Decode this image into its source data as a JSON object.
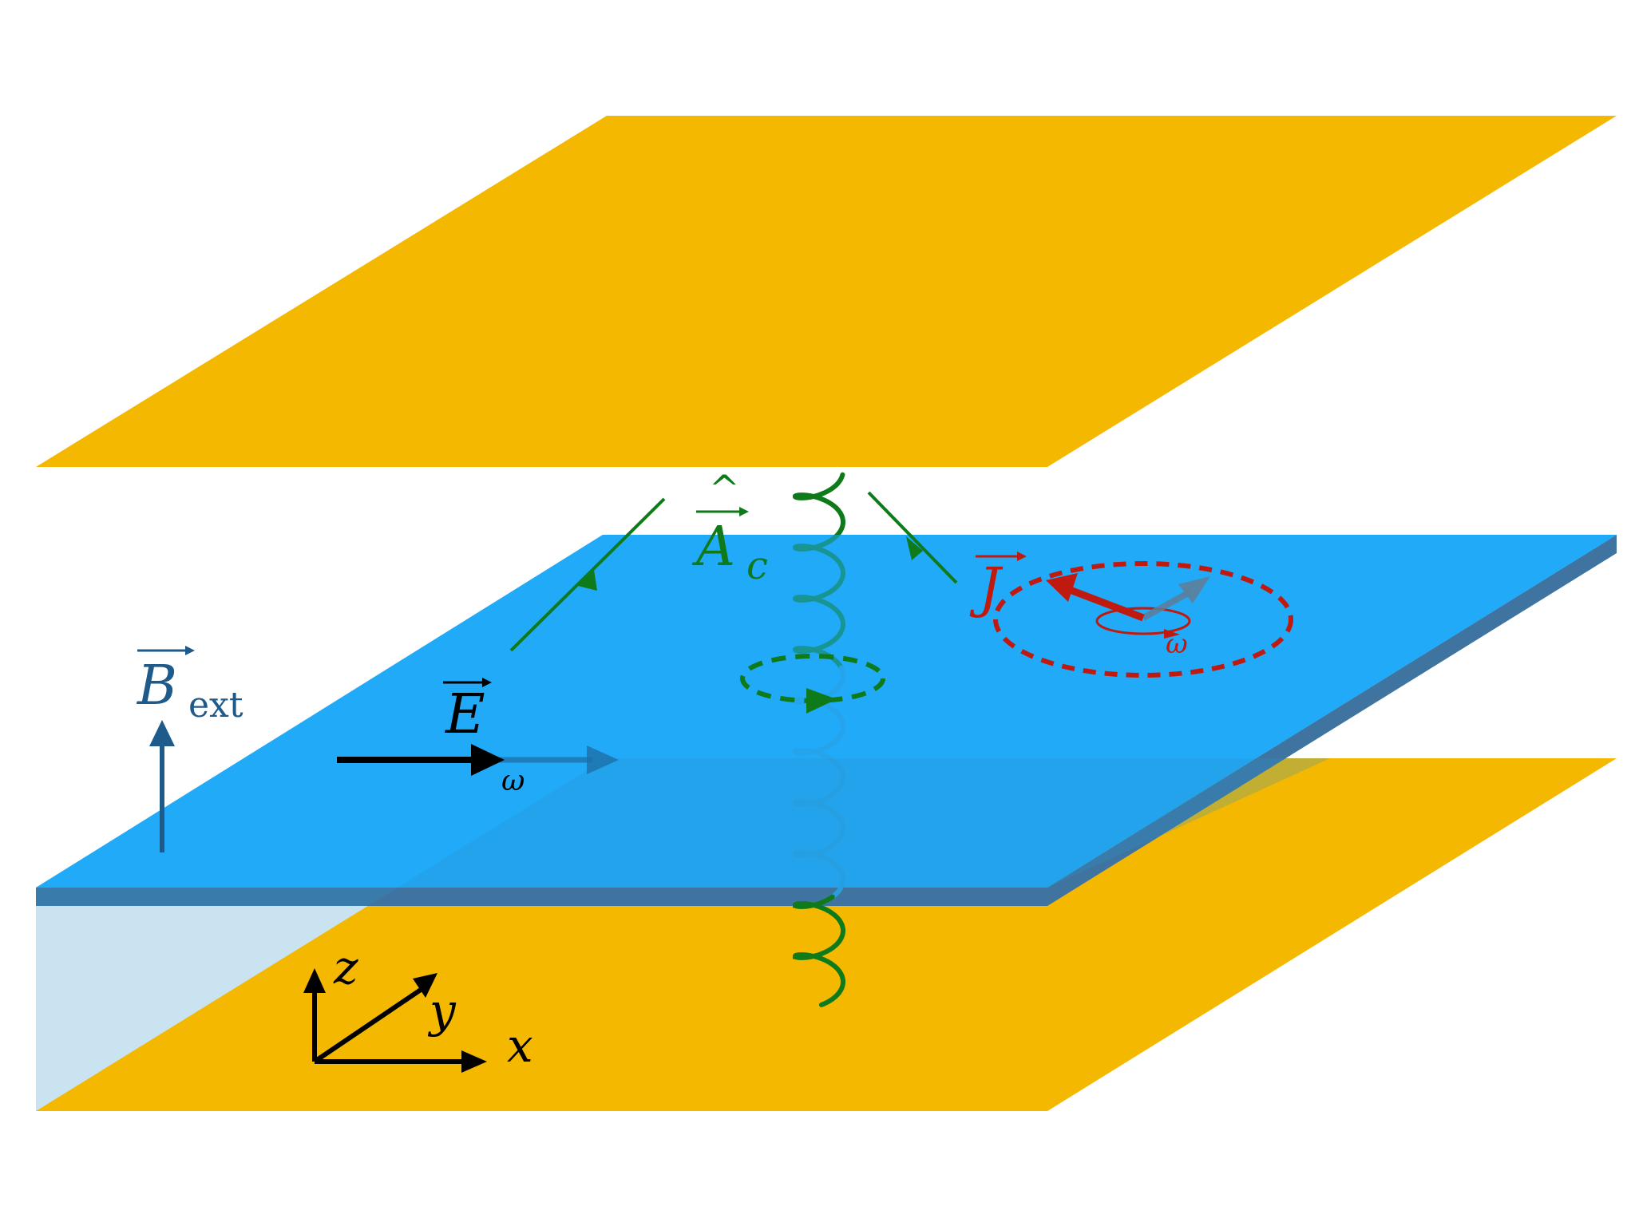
{
  "labels": {
    "b_field": {
      "symbol": "B",
      "subscript": "ext"
    },
    "e_field": {
      "symbol": "E",
      "frequency": "ω"
    },
    "cavity_field": {
      "symbol": "A",
      "subscript": "c"
    },
    "current": {
      "symbol": "J",
      "frequency": "ω"
    },
    "axes": {
      "x": "x",
      "y": "y",
      "z": "z"
    }
  },
  "colors": {
    "mirror": "#F5B800",
    "sheet_top": "#20AAF8",
    "sheet_edge": "#3F74A0",
    "b_field": "#1E5A8A",
    "e_field": "#000000",
    "cavity_field": "#0E7A1A",
    "current": "#C01A10",
    "axes": "#000000"
  }
}
